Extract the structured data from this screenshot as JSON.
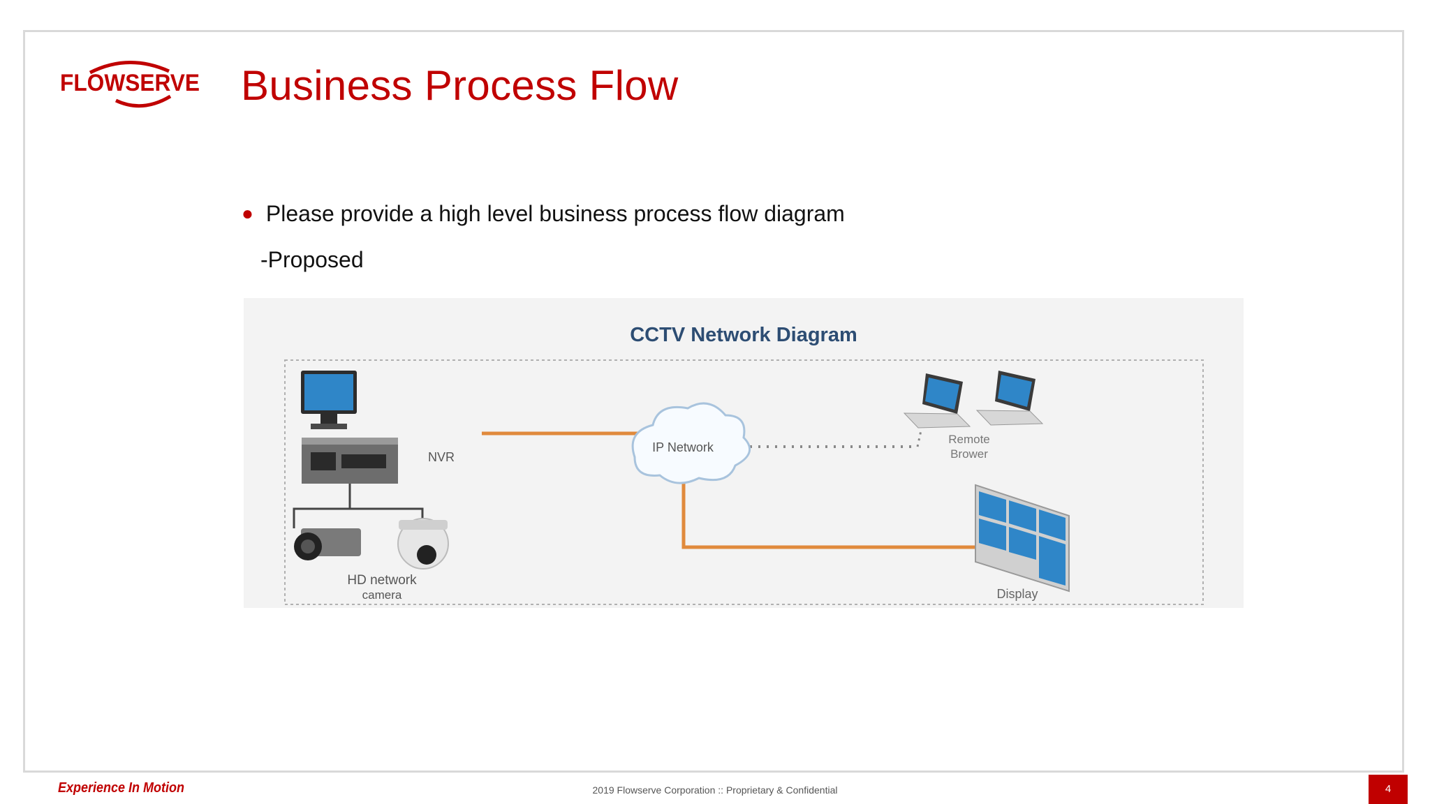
{
  "slide": {
    "title": "Business Process Flow",
    "bullet": "Please provide a high level business process flow diagram",
    "sub_item": "-Proposed",
    "page_number": "4"
  },
  "logo": {
    "text": "FLOWSERVE"
  },
  "footer": {
    "tagline": "Experience In Motion",
    "copyright": "2019 Flowserve Corporation :: Proprietary & Confidential"
  },
  "diagram": {
    "title": "CCTV Network Diagram",
    "labels": {
      "nvr": "NVR",
      "ip_network": "IP Network",
      "remote_line1": "Remote",
      "remote_line2": "Brower",
      "camera_line1": "HD network",
      "camera_line2": "camera",
      "display": "Display"
    }
  },
  "colors": {
    "brand_red": "#c00000",
    "diagram_title": "#2d4d73",
    "link_orange": "#e08a3c",
    "screen_blue": "#2f86c8"
  }
}
